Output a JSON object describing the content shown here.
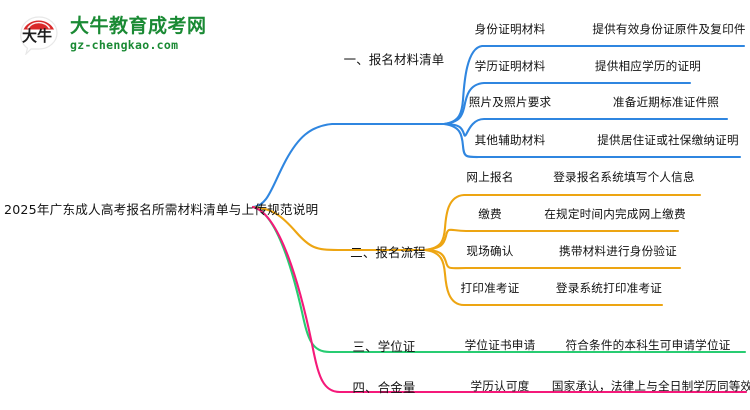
{
  "logo": {
    "mark_text": "大牛",
    "title": "大牛教育成考网",
    "domain": "gz-chengkao.com",
    "brand_green": "#1a8a34",
    "brand_red": "#d9292a"
  },
  "mindmap": {
    "root": {
      "label": "2025年广东成人高考报名所需材料清单与上传规范说明"
    },
    "branches": [
      {
        "label": "一、报名材料清单",
        "color": "#2f86e0",
        "children": [
          {
            "label": "身份证明材料",
            "desc": "提供有效身份证原件及复印件"
          },
          {
            "label": "学历证明材料",
            "desc": "提供相应学历的证明"
          },
          {
            "label": "照片及照片要求",
            "desc": "准备近期标准证件照"
          },
          {
            "label": "其他辅助材料",
            "desc": "提供居住证或社保缴纳证明"
          }
        ]
      },
      {
        "label": "二、报名流程",
        "color": "#eda512",
        "children": [
          {
            "label": "网上报名",
            "desc": "登录报名系统填写个人信息"
          },
          {
            "label": "缴费",
            "desc": "在规定时间内完成网上缴费"
          },
          {
            "label": "现场确认",
            "desc": "携带材料进行身份验证"
          },
          {
            "label": "打印准考证",
            "desc": "登录系统打印准考证"
          }
        ]
      },
      {
        "label": "三、学位证",
        "color": "#28cc72",
        "children": [
          {
            "label": "学位证书申请",
            "desc": "符合条件的本科生可申请学位证"
          }
        ]
      },
      {
        "label": "四、合金量",
        "color": "#f5197a",
        "children": [
          {
            "label": "学历认可度",
            "desc": "国家承认，法律上与全日制学历同等效力"
          }
        ]
      }
    ]
  }
}
